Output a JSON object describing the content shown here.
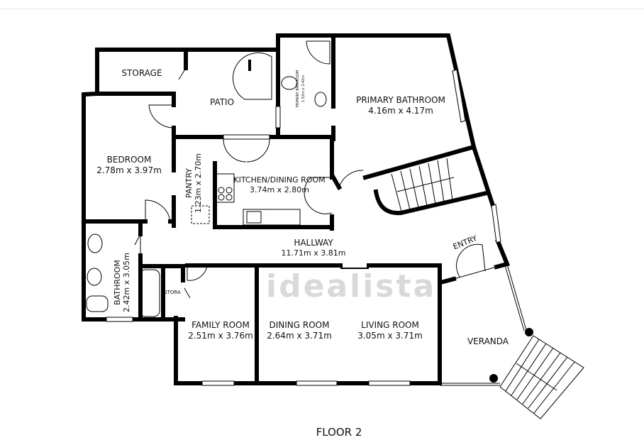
{
  "floor_label": "FLOOR 2",
  "watermark": "idealista",
  "rooms": {
    "storage": {
      "name": "STORAGE"
    },
    "patio": {
      "name": "PATIO"
    },
    "primary_bathroom_small": {
      "name": "PRIMARY BATHROOM",
      "size": "1.52m x 3.42m"
    },
    "primary_bathroom": {
      "name": "PRIMARY BATHROOM",
      "size": "4.16m x 4.17m"
    },
    "bedroom": {
      "name": "BEDROOM",
      "size": "2.78m x 3.97m"
    },
    "pantry": {
      "name": "PANTRY",
      "size": "1.23m x 2.70m"
    },
    "kitchen": {
      "name": "KITCHEN/DINING ROOM",
      "size": "3.74m x 2.80m"
    },
    "hallway": {
      "name": "HALLWAY",
      "size": "11.71m x 3.81m"
    },
    "entry": {
      "name": "ENTRY"
    },
    "bathroom": {
      "name": "BATHROOM",
      "size": "2.42m x 3.05m"
    },
    "stora": {
      "name": "STORA"
    },
    "family_room": {
      "name": "FAMILY ROOM",
      "size": "2.51m x 3.76m"
    },
    "dining_room": {
      "name": "DINING ROOM",
      "size": "2.64m x 3.71m"
    },
    "living_room": {
      "name": "LIVING ROOM",
      "size": "3.05m x 3.71m"
    },
    "veranda": {
      "name": "VERANDA"
    }
  }
}
